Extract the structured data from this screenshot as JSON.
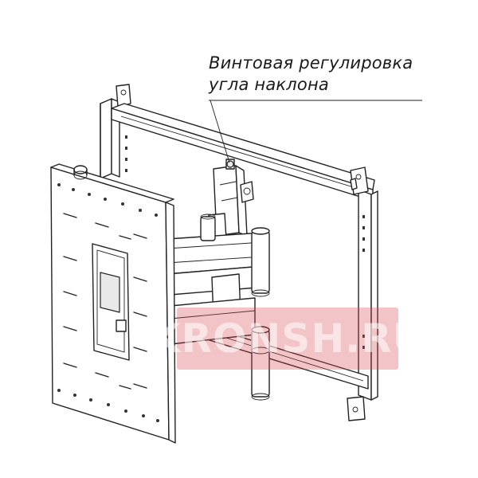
{
  "diagram": {
    "callout": {
      "line1": "Винтовая регулировка",
      "line2": "угла наклона"
    },
    "watermark": {
      "text": "KRONSH.RU"
    },
    "colors": {
      "stroke": "#222222",
      "background": "#ffffff",
      "watermark": "#d64655"
    }
  }
}
